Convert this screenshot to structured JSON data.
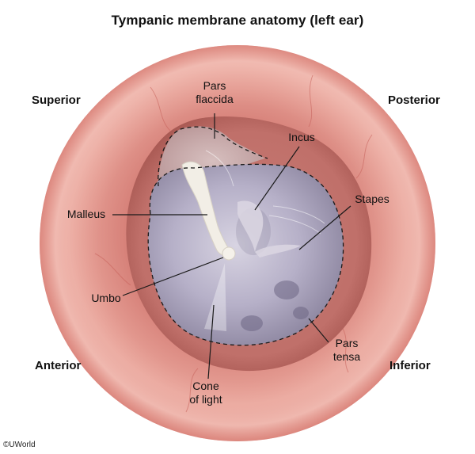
{
  "title": "Tympanic membrane anatomy (left ear)",
  "orientation": {
    "superior": "Superior",
    "posterior": "Posterior",
    "anterior": "Anterior",
    "inferior": "Inferior"
  },
  "labels": {
    "pars_flaccida_1": "Pars",
    "pars_flaccida_2": "flaccida",
    "incus": "Incus",
    "stapes": "Stapes",
    "malleus": "Malleus",
    "umbo": "Umbo",
    "pars_tensa_1": "Pars",
    "pars_tensa_2": "tensa",
    "cone_of_light_1": "Cone",
    "cone_of_light_2": "of light"
  },
  "copyright": "©UWorld",
  "colors": {
    "ear_canal_outer": "#e79a8f",
    "ear_canal_inner": "#c96f66",
    "membrane": "#b8b3c9",
    "membrane_dark": "#8e87a6",
    "ossicle": "#f1ede4",
    "leader_line": "#1a1a1a"
  }
}
